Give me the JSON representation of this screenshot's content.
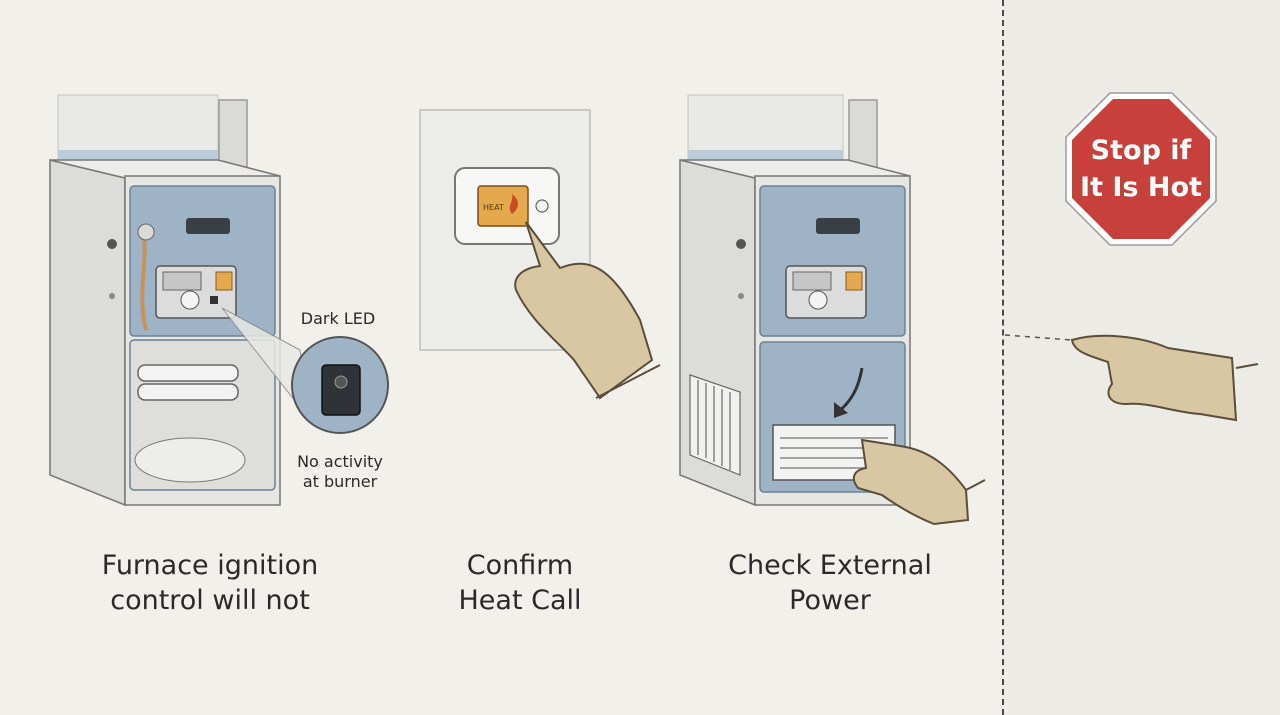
{
  "steps": [
    {
      "caption": "Furnace ignition\ncontrol will not"
    },
    {
      "caption": "Confirm\nHeat Call"
    },
    {
      "caption": "Check External\nPower"
    }
  ],
  "callouts": {
    "dark_led": "Dark LED",
    "no_activity": "No activity\nat burner"
  },
  "thermostat": {
    "mode_label": "HEAT"
  },
  "stop_sign": {
    "text": "Stop if\nIt Is Hot"
  },
  "colors": {
    "panel_blue": "#9fb3c7",
    "cabinet_gray": "#e3e3e0",
    "stop_red": "#c8403b",
    "thermostat_amber": "#e3a94c",
    "glove_tan": "#d9c7a4"
  },
  "icons": [
    "flame-icon",
    "pointing-hand-icon",
    "glove-icon",
    "down-arrow-icon",
    "stop-sign-icon"
  ]
}
